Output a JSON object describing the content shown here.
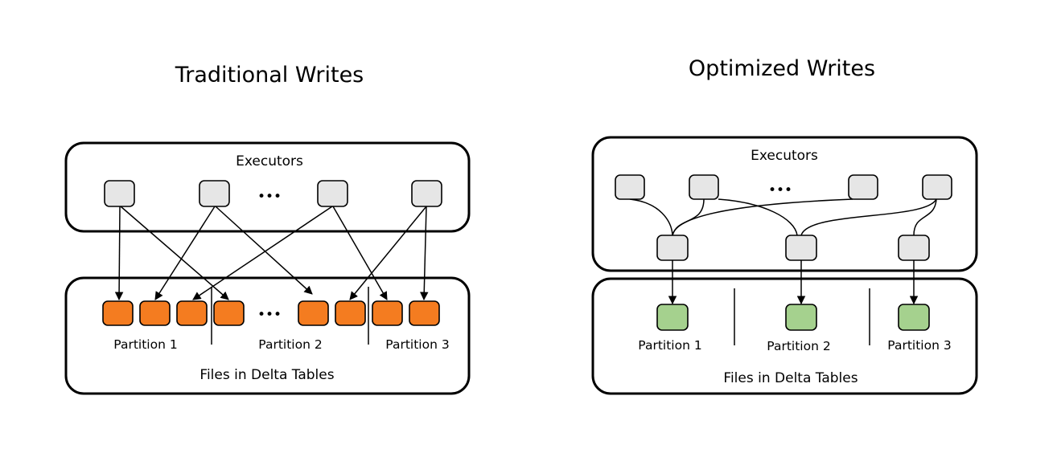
{
  "traditional": {
    "title": "Traditional Writes",
    "executors_label": "Executors",
    "files_label": "Files in Delta Tables",
    "partitions": [
      "Partition 1",
      "Partition 2",
      "Partition 3"
    ],
    "ellipsis": "•••"
  },
  "optimized": {
    "title": "Optimized Writes",
    "executors_label": "Executors",
    "files_label": "Files in Delta Tables",
    "partitions": [
      "Partition 1",
      "Partition 2",
      "Partition 3"
    ],
    "ellipsis": "•••"
  },
  "colors": {
    "executor_node": "#e6e6e6",
    "traditional_file": "#f47c20",
    "optimized_file": "#a5d18e"
  }
}
